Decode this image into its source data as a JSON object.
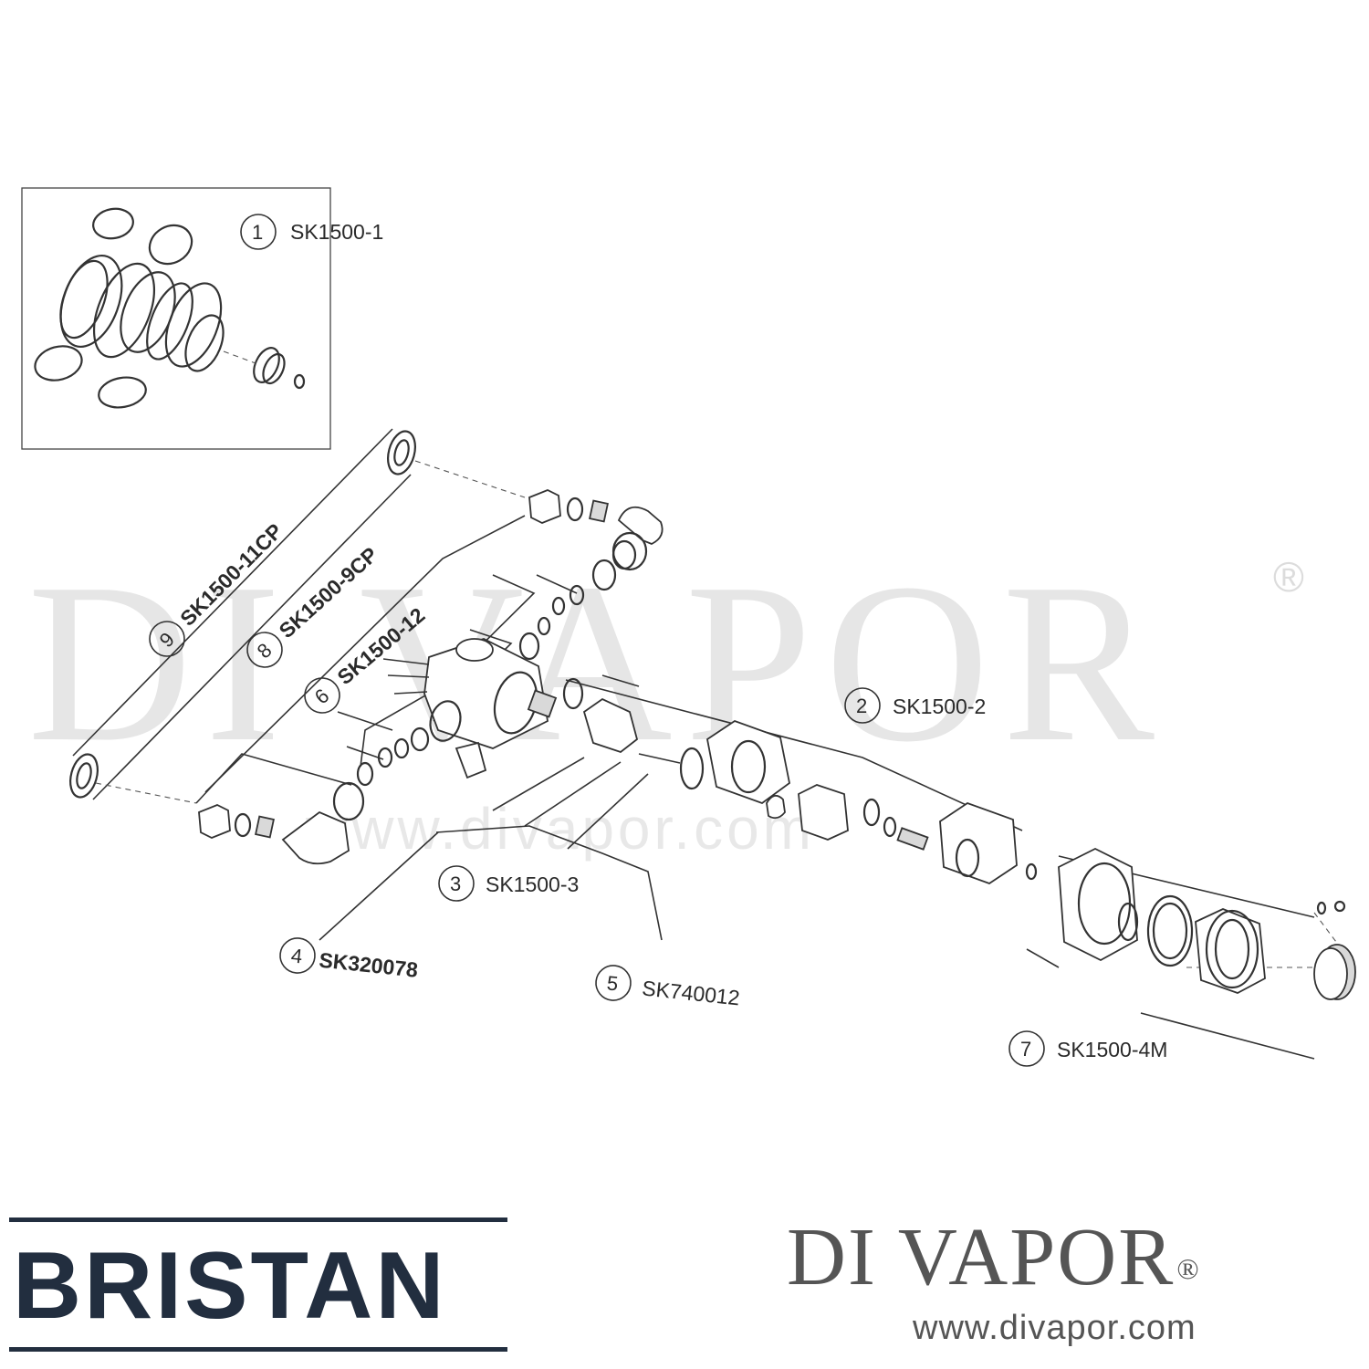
{
  "watermark": {
    "text": "DI VAPOR",
    "registered": "®",
    "url": "www.divapor.com"
  },
  "parts": [
    {
      "num": "1",
      "code": "SK1500-1"
    },
    {
      "num": "2",
      "code": "SK1500-2"
    },
    {
      "num": "3",
      "code": "SK1500-3"
    },
    {
      "num": "4",
      "code": "SK320078"
    },
    {
      "num": "5",
      "code": "SK740012"
    },
    {
      "num": "6",
      "code": "SK1500-12"
    },
    {
      "num": "7",
      "code": "SK1500-4M"
    },
    {
      "num": "8",
      "code": "SK1500-9CP"
    },
    {
      "num": "9",
      "code": "SK1500-11CP"
    }
  ],
  "brand": {
    "name": "BRISTAN"
  },
  "divapor": {
    "name": "DI VAPOR",
    "registered": "®",
    "url": "www.divapor.com"
  }
}
